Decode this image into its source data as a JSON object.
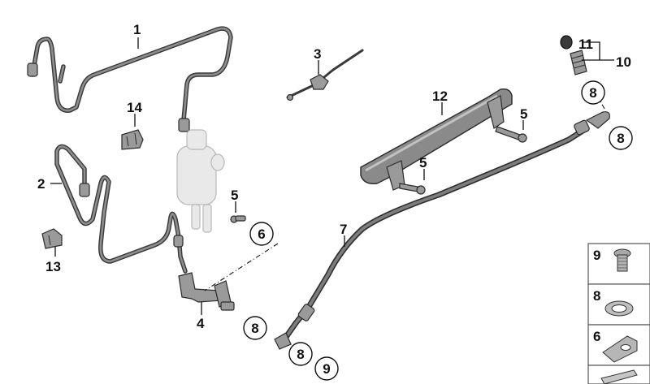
{
  "callouts": {
    "c1": "1",
    "c2": "2",
    "c3": "3",
    "c4": "4",
    "c5a": "5",
    "c5b": "5",
    "c5c": "5",
    "c6": "6",
    "c7": "7",
    "c8a": "8",
    "c8b": "8",
    "c8c": "8",
    "c8d": "8",
    "c9": "9",
    "c10": "10",
    "c11": "11",
    "c12": "12",
    "c13": "13",
    "c14": "14"
  },
  "legend": {
    "items": [
      {
        "label": "9",
        "icon": "bleeder-screw-icon"
      },
      {
        "label": "8",
        "icon": "seal-ring-icon"
      },
      {
        "label": "6",
        "icon": "clip-icon"
      }
    ]
  }
}
